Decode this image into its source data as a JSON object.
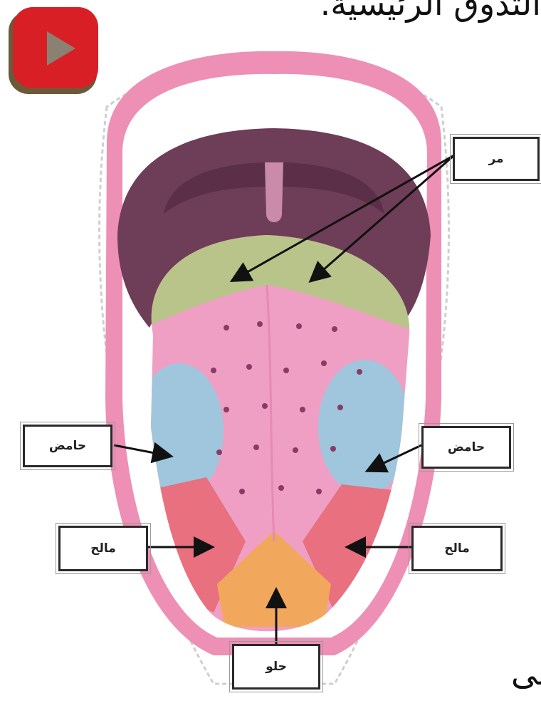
{
  "heading": "التذوق الرئيسية.",
  "corner_text": "لى",
  "video_button": {
    "icon": "play-icon",
    "color": "#d81f26"
  },
  "labels": {
    "bitter": "مر",
    "sour_left": "حامض",
    "sour_right": "حامض",
    "salty_left": "مالح",
    "salty_right": "مالح",
    "sweet": "حلو"
  },
  "colors": {
    "lips": "#ee8fb5",
    "palate": "#6e3d57",
    "bitter_zone": "#b9c48a",
    "sour_zone": "#9fc6dc",
    "salty_zone": "#e8707f",
    "sweet_zone": "#f2a85c",
    "tongue": "#ef9fc4"
  }
}
